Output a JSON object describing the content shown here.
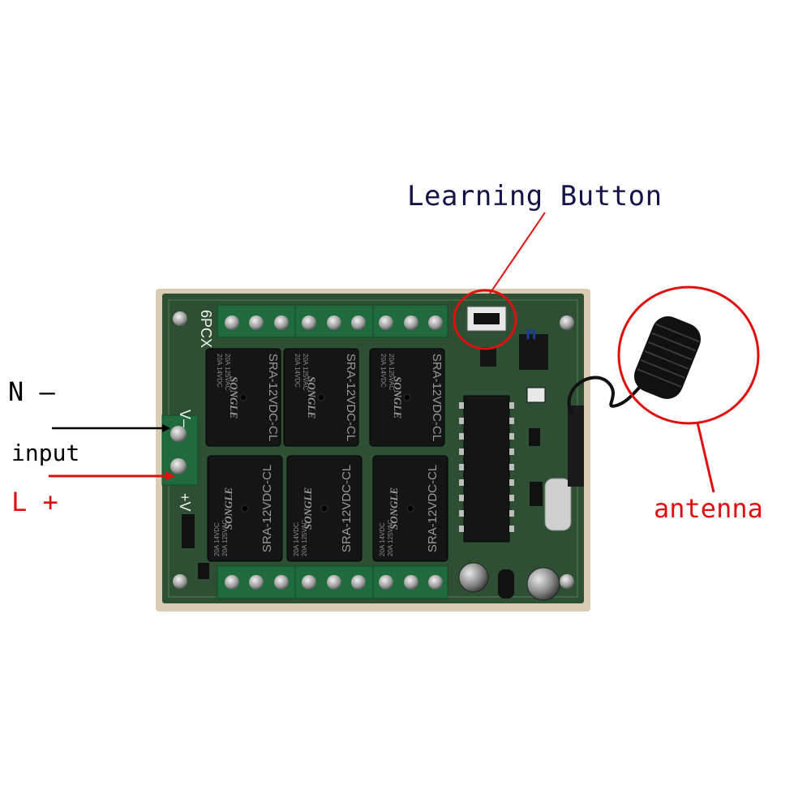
{
  "labels": {
    "learning_button": "Learning Button",
    "n_minus": "N –",
    "input": "input",
    "l_plus": "L +",
    "antenna": "antenna"
  },
  "board_silkscreen": {
    "v_minus": "V–",
    "v_plus": "+V",
    "model_fragment": "6PCX"
  },
  "relay": {
    "model": "SRA-12VDC-CL",
    "brand": "SONGLE",
    "rating_1": "20A 14VDC",
    "rating_2": "20A 125VAC"
  },
  "colors": {
    "pcb": "#2e4f33",
    "terminal_block": "#1f6b3e",
    "relay_body": "#151515",
    "red_callout": "#e01010",
    "label_navy": "#14144a"
  }
}
